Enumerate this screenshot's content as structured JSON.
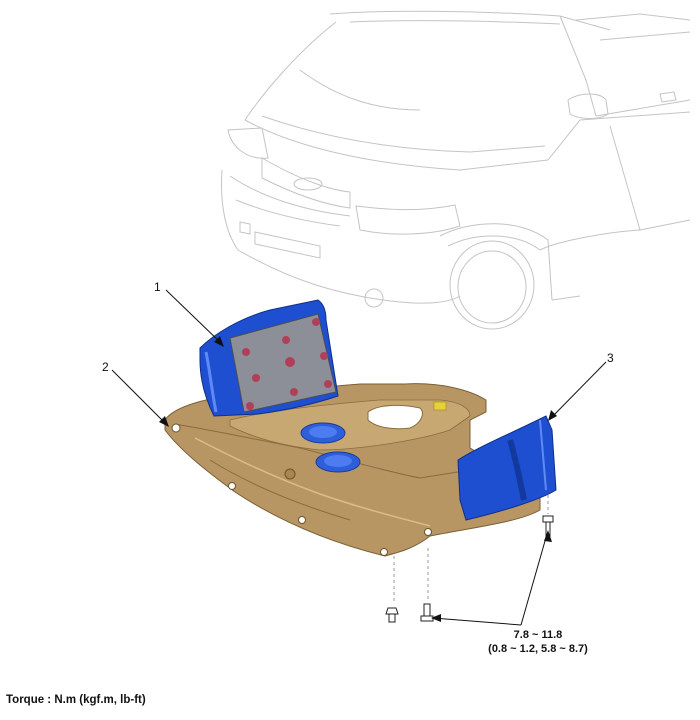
{
  "callouts": {
    "one": "1",
    "two": "2",
    "three": "3"
  },
  "torque": {
    "value_nm": "7.8 ~ 11.8",
    "value_alt": "(0.8 ~ 1.2, 5.8 ~ 8.7)"
  },
  "units_note": "Torque : N.m (kgf.m, lb-ft)",
  "colors": {
    "cover_blue": "#1f4fd1",
    "undercover_tan": "#b89663",
    "plate_gray": "#8d8f98",
    "line_art": "#bfbfbf"
  }
}
